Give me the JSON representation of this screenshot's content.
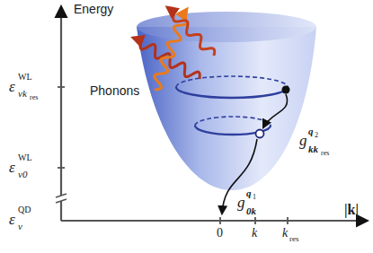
{
  "diagram": {
    "labels": [
      "Energy",
      "ε",
      "WL",
      "vk",
      "res",
      "Phonons",
      "ε",
      "WL",
      "v0",
      "ε",
      "QD",
      "v",
      "g",
      "q",
      "2",
      "kk",
      "res",
      "g",
      "q",
      "1",
      "0k",
      "0",
      "k",
      "k",
      "res",
      "|k|"
    ]
  }
}
